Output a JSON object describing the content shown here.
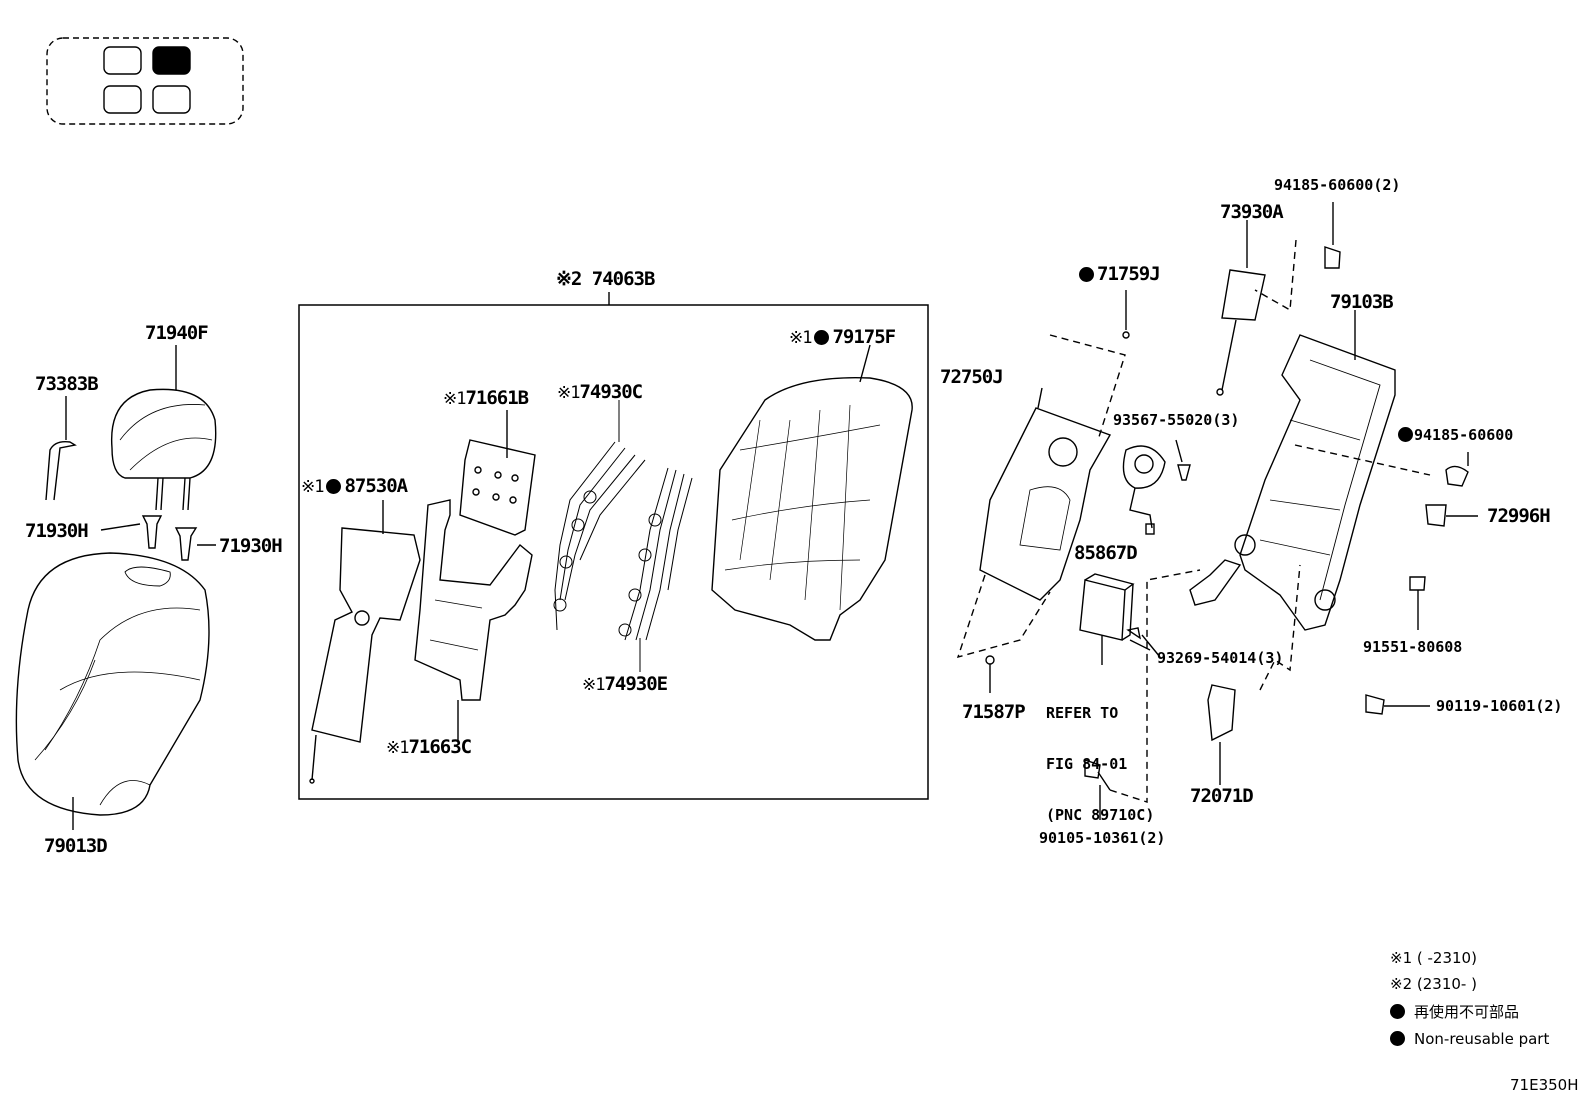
{
  "locator": {
    "cells": [
      "off",
      "on",
      "off",
      "off"
    ]
  },
  "group_box_label": "※2 74063B",
  "parts": {
    "p73383B": "73383B",
    "p71940F": "71940F",
    "p71930H_left": "71930H",
    "p71930H_right": "71930H",
    "p79013D": "79013D",
    "p87530A": "87530A",
    "p71661B": "71661B",
    "p74930C": "74930C",
    "p74930E": "74930E",
    "p71663C": "71663C",
    "p79175F": "79175F",
    "p71759J": "71759J",
    "p72750J": "72750J",
    "p71587P": "71587P",
    "p85867D": "85867D",
    "p93567": "93567-55020(3)",
    "p93269": "93269-54014(3)",
    "p90105": "90105-10361(2)",
    "p73930A": "73930A",
    "p94185_2": "94185-60600(2)",
    "p79103B": "79103B",
    "p94185": "94185-60600",
    "p72996H": "72996H",
    "p91551": "91551-80608",
    "p90119": "90119-10601(2)",
    "p72071D": "72071D"
  },
  "marks": {
    "note1": "※1",
    "note2": "※2"
  },
  "refer": {
    "line1": "REFER TO",
    "line2": "FIG 84-01",
    "line3": "(PNC 89710C)"
  },
  "legend": {
    "note1": "※1 (      -2310)",
    "note2": "※2 (2310-      )",
    "nonreusable_jp": "再使用不可部品",
    "nonreusable_en": "Non-reusable part"
  },
  "figure_code": "71E350H"
}
